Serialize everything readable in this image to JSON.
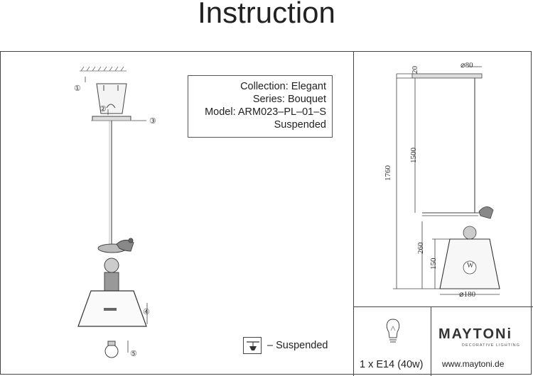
{
  "page": {
    "title": "Instruction"
  },
  "info": {
    "collection": "Collection: Elegant",
    "series": "Series: Bouquet",
    "model": "Model: ARM023–PL–01–S",
    "type": "Suspended"
  },
  "callouts": [
    "①",
    "②",
    "③",
    "④",
    "⑤"
  ],
  "legend": {
    "label": "– Suspended"
  },
  "dimensions": {
    "canopy_height": "20",
    "canopy_diameter": "⌀80",
    "total_height": "1760",
    "cable_length": "1500",
    "body_height": "260",
    "shade_height": "150",
    "shade_diameter": "⌀180"
  },
  "bulb": {
    "spec": "1 x E14 (40w)",
    "lamp_letter": "W"
  },
  "brand": {
    "name": "MAYTONi",
    "tagline": "DECORATIVE LIGHTING",
    "website": "www.maytoni.de"
  }
}
